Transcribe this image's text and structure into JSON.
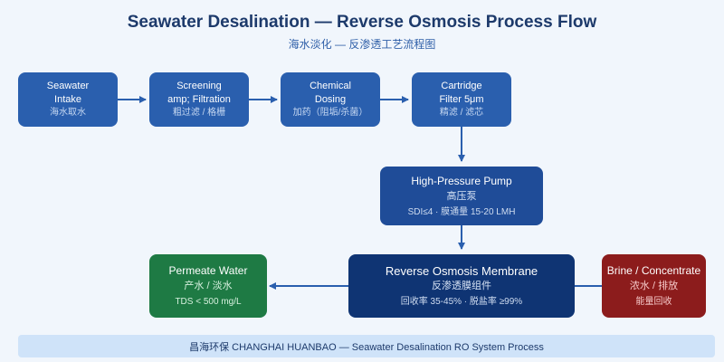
{
  "title": "Seawater Desalination — Reverse Osmosis Process Flow",
  "subtitle": "海水淡化 — 反渗透工艺流程图",
  "nodes": {
    "intake": {
      "line1": "Seawater",
      "line2": "Intake",
      "cn": "海水取水"
    },
    "screening": {
      "line1": "Screening",
      "line2": "amp; Filtration",
      "cn": "粗过滤 / 格栅"
    },
    "dosing": {
      "line1": "Chemical",
      "line2": "Dosing",
      "cn": "加药（阻垢/杀菌）"
    },
    "cartridge": {
      "line1": "Cartridge",
      "line2": "Filter 5μm",
      "cn": "精滤 / 滤芯"
    },
    "pump": {
      "en": "High-Pressure Pump",
      "cn": "高压泵",
      "meta": "SDI≤4 · 膜通量 15-20 LMH"
    },
    "membrane": {
      "en": "Reverse Osmosis Membrane",
      "cn": "反渗透膜组件",
      "meta": "回收率 35-45% · 脱盐率 ≥99%"
    },
    "permeate": {
      "en": "Permeate Water",
      "cn": "产水 / 淡水",
      "meta": "TDS < 500 mg/L"
    },
    "brine": {
      "en": "Brine / Concentrate",
      "cn": "浓水 / 排放",
      "meta": "能量回收"
    }
  },
  "footer": "昌海环保 CHANGHAI HUANBAO — Seawater Desalination RO System Process",
  "colors": {
    "pretreatment": "#2a5fae",
    "pump": "#1f4c98",
    "membrane": "#0f3473",
    "permeate": "#1e7a44",
    "brine": "#8c1c1c",
    "arrow": "#2a5fae"
  }
}
